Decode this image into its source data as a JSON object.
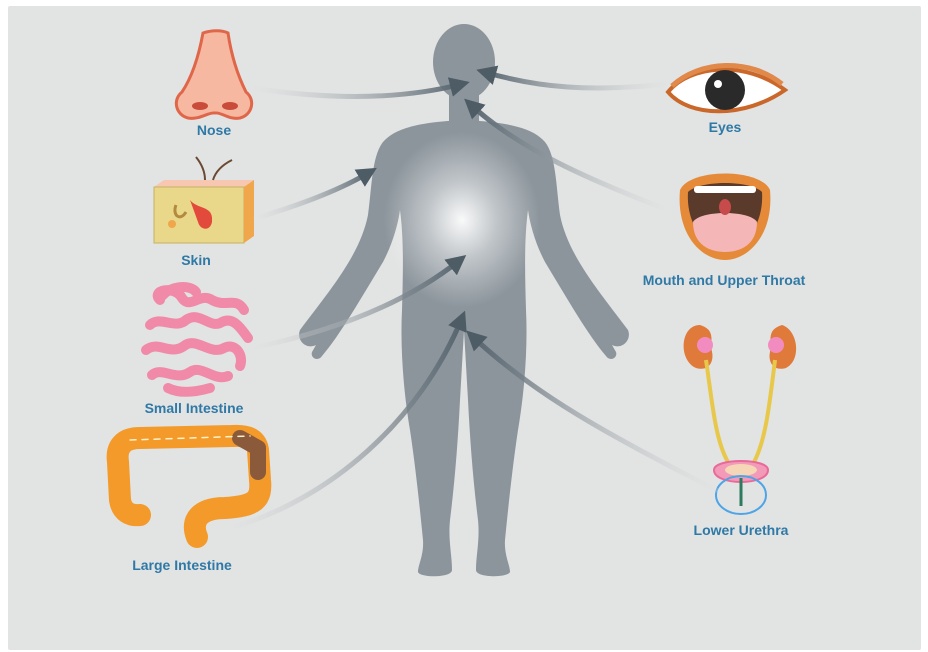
{
  "diagram": {
    "organs": {
      "nose": "Nose",
      "eyes": "Eyes",
      "skin": "Skin",
      "mouth": "Mouth and Upper Throat",
      "small_intestine": "Small Intestine",
      "large_intestine": "Large Intestine",
      "lower_urethra": "Lower Urethra"
    },
    "colors": {
      "background": "#e2e3e3",
      "body": "#8c959c",
      "label": "#2f79a6",
      "arrow": "#5b6b76"
    }
  }
}
